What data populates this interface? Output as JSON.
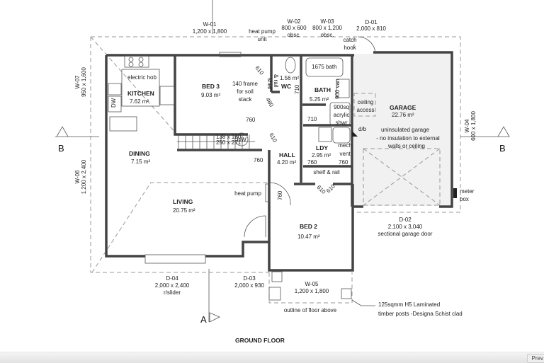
{
  "plan": {
    "title": "GROUND FLOOR",
    "section_markers": {
      "b_left": "B",
      "b_right": "B",
      "a": "A"
    },
    "rooms": [
      {
        "name": "KITCHEN",
        "area": "7.62 m²"
      },
      {
        "name": "BED 3",
        "area": "9.03 m²"
      },
      {
        "name": "WC",
        "area": "1.56 m²"
      },
      {
        "name": "BATH",
        "area": "5.25 m²"
      },
      {
        "name": "GARAGE",
        "area": "22.76 m²"
      },
      {
        "name": "DINING",
        "area": "7.15 m²"
      },
      {
        "name": "HALL",
        "area": "4.20 m²"
      },
      {
        "name": "LDY",
        "area": "2.95 m²"
      },
      {
        "name": "LIVING",
        "area": "20.75 m²"
      },
      {
        "name": "BED 2",
        "area": "10.47 m²"
      }
    ],
    "openings": {
      "w01": {
        "id": "W-01",
        "size": "1,200 x 1,800"
      },
      "w02": {
        "id": "W-02",
        "size": "800 x 600",
        "note": "obsc."
      },
      "w03": {
        "id": "W-03",
        "size": "800 x 1,200",
        "note": "obsc."
      },
      "d01": {
        "id": "D-01",
        "size": "2,000 x 810"
      },
      "w07": {
        "id": "W-07",
        "size": "950 x 1,600"
      },
      "w06": {
        "id": "W-06",
        "size": "1,200 x 2,400"
      },
      "w04": {
        "id": "W-04",
        "size": "600 x 1,800"
      },
      "d02": {
        "id": "D-02",
        "size": "2,100 x 3,040",
        "note": "sectional garage door"
      },
      "d04": {
        "id": "D-04",
        "size": "2,000 x 2,400",
        "note": "r/slider"
      },
      "d03": {
        "id": "D-03",
        "size": "2,000 x 930"
      },
      "w05": {
        "id": "W-05",
        "size": "1,200 x 1,800"
      }
    },
    "notes": {
      "heat_pump_unit_1": "heat pump",
      "heat_pump_unit_2": "unit",
      "catch_hook_1": "catch",
      "catch_hook_2": "hook",
      "electric_hob": "electric hob",
      "dw": "DW",
      "frame_1": "140 frame",
      "frame_2": "for soil",
      "frame_3": "stack",
      "shelf_rail_1": "shelf",
      "shelf_rail_2": "& rail",
      "bath_1675": "1675 bath",
      "van": "900 van",
      "shower_1": "900sq",
      "shower_2": "acrylic",
      "shower_3": "shwr",
      "ceiling_1": "ceiling",
      "ceiling_2": "access",
      "garage_1": "uninsulated garage",
      "garage_2": "- no insulation to external",
      "garage_3": "walls or ceiling",
      "db": "d/b",
      "mech_1": "mech",
      "mech_2": "vent",
      "hw": "HW",
      "shelf_rail_ldy": "shelf & rail",
      "heat_pump": "heat pump",
      "meter_1": "meter",
      "meter_2": "box",
      "outline": "outline of floor above",
      "posts_1": "125sqmm H5 Laminated",
      "posts_2": "timber posts -Designa Schist clad",
      "stair_1": "138 x 190",
      "stair_2": "250 x 271"
    },
    "door_widths": {
      "d610_a": "610",
      "d480": "480",
      "d710_wc": "710",
      "d760_bed3": "760",
      "d710_bath": "710",
      "d610_hw": "610",
      "d760_hall": "760",
      "d760_ldy1": "760",
      "d760_ldy2": "760",
      "d760_bed2": "760",
      "d610_b": "610",
      "d610_c": "610"
    }
  },
  "viewer": {
    "prev_label": "Prev"
  }
}
